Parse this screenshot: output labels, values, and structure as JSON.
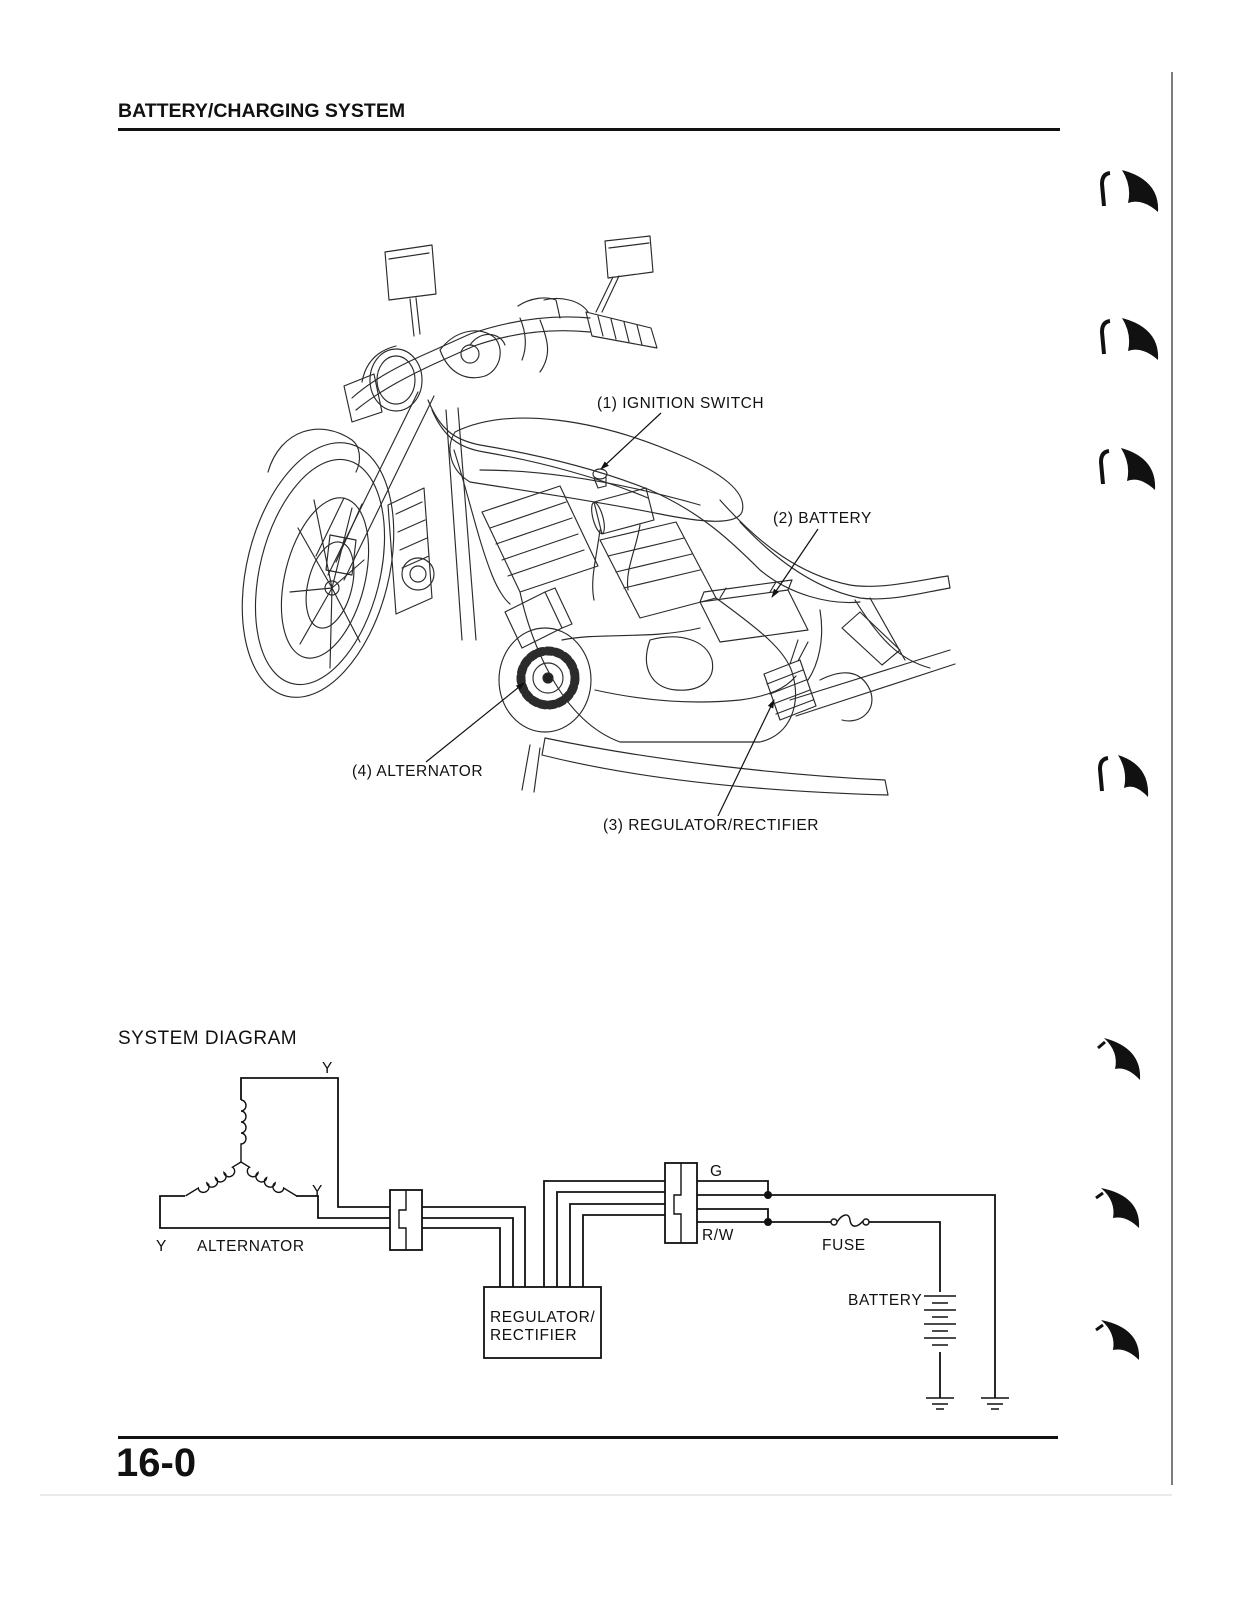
{
  "header": {
    "title": "BATTERY/CHARGING SYSTEM"
  },
  "illustration": {
    "callouts": [
      {
        "label": "(1) IGNITION SWITCH"
      },
      {
        "label": "(2) BATTERY"
      },
      {
        "label": "(3) REGULATOR/RECTIFIER"
      },
      {
        "label": "(4) ALTERNATOR"
      }
    ]
  },
  "system_diagram": {
    "title": "SYSTEM DIAGRAM",
    "wire_labels": {
      "alternator_top": "Y",
      "alternator_right": "Y",
      "alternator_left": "Y",
      "green": "G",
      "red_white": "R/W"
    },
    "components": {
      "alternator": "ALTERNATOR",
      "regulator_line1": "REGULATOR/",
      "regulator_line2": "RECTIFIER",
      "fuse": "FUSE",
      "battery": "BATTERY"
    }
  },
  "footer": {
    "page_number": "16-0"
  },
  "icons": {
    "side_tabs": "thumb-index-tab-icon",
    "ground": "ground-icon"
  },
  "colors": {
    "ink": "#111111",
    "paper": "#ffffff"
  }
}
